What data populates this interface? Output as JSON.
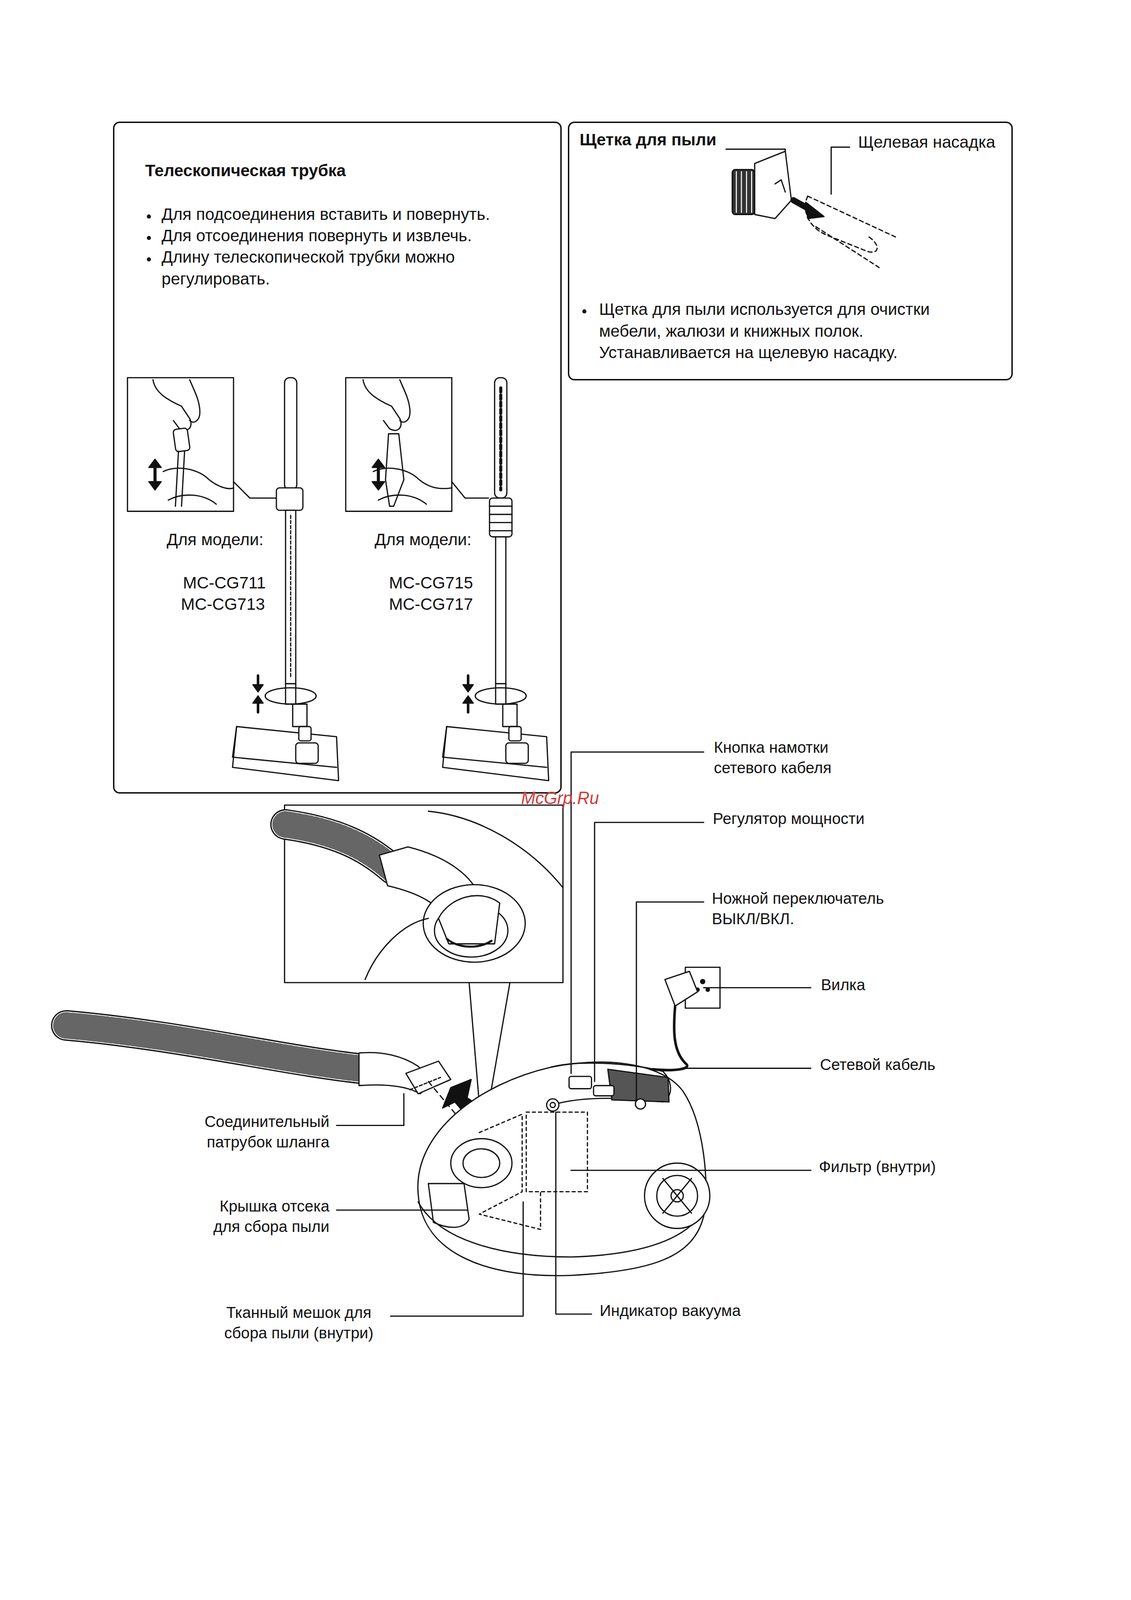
{
  "diagram": {
    "nodes": [
      {
        "text": [
          "Телескопическая трубка",
          "Для подсоединения вставить и повернуть.",
          "Для отсоединения повернуть и извлечь.",
          "Длину телескопической трубки можно регулировать.",
          "Для модели:",
          "MC-CG711",
          "MC-CG713",
          "Для модели:",
          "MC-CG715",
          "MC-CG717"
        ]
      },
      {
        "text": [
          "Щетка для пыли",
          "Щелевая насадка",
          "Щетка для пыли используется для очистки мебели, жалюзи и книжных полок. Устанавливается на щелевую насадку."
        ]
      }
    ],
    "labels": [
      "McGrp.Ru",
      "Кнопка намотки сетевого кабеля",
      "Регулятор мощности",
      "Ножной переключатель ВЫКЛ/ВКЛ.",
      "Вилка",
      "Сетевой кабель",
      "Соединительный патрубок шланга",
      "Фильтр (внутри)",
      "Крышка отсека для сбора пыли",
      "Тканный мешок для сбора пыли (внутри)",
      "Индикатор вакуума"
    ]
  }
}
